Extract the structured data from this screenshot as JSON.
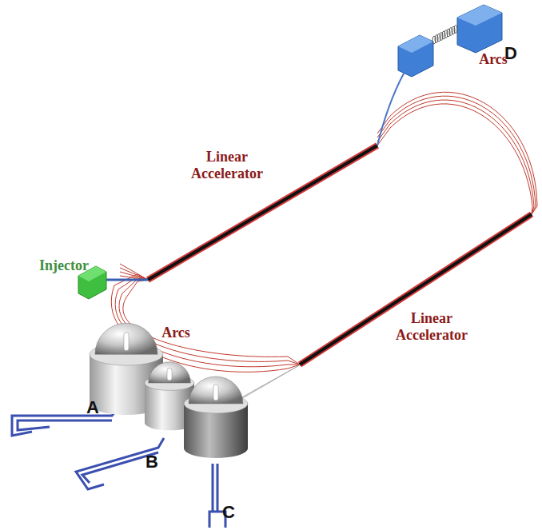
{
  "diagram": {
    "labels": [
      "D",
      "Arcs",
      "Linear Accelerator",
      "Injector",
      "Arcs",
      "Linear Accelerator",
      "A",
      "B",
      "C"
    ]
  }
}
